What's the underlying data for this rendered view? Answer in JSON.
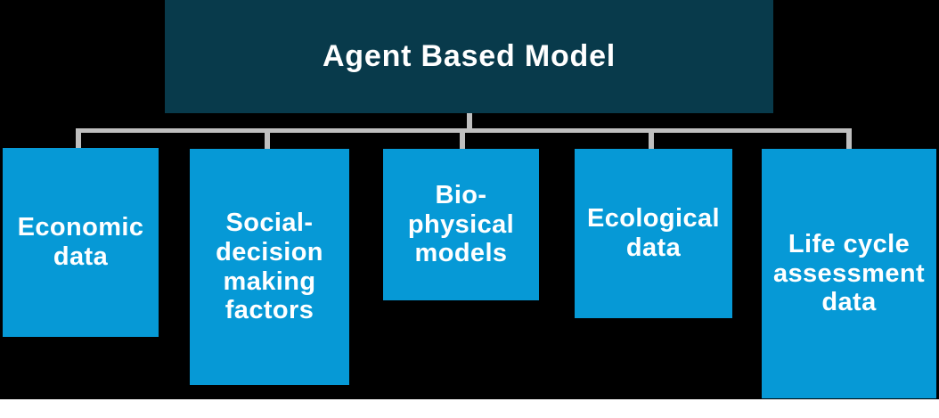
{
  "colors": {
    "page_bg": "#000000",
    "root_teal": "#083A4B",
    "node_blue": "#0699D6",
    "line_gray": "#BFBFBF",
    "text_white": "#FFFFFF",
    "strip_white": "#FFFFFF"
  },
  "chart": {
    "root_label": "Agent Based Model",
    "nodes": [
      {
        "id": "economic-data",
        "label": "Economic\ndata"
      },
      {
        "id": "social-decision-factors",
        "label": "Social-\ndecision\nmaking\nfactors"
      },
      {
        "id": "bio-physical-models",
        "label": "Bio-\nphysical\nmodels"
      },
      {
        "id": "ecological-data",
        "label": "Ecological\ndata"
      },
      {
        "id": "life-cycle-assessment-data",
        "label": "Life cycle\nassessment\ndata"
      }
    ]
  }
}
